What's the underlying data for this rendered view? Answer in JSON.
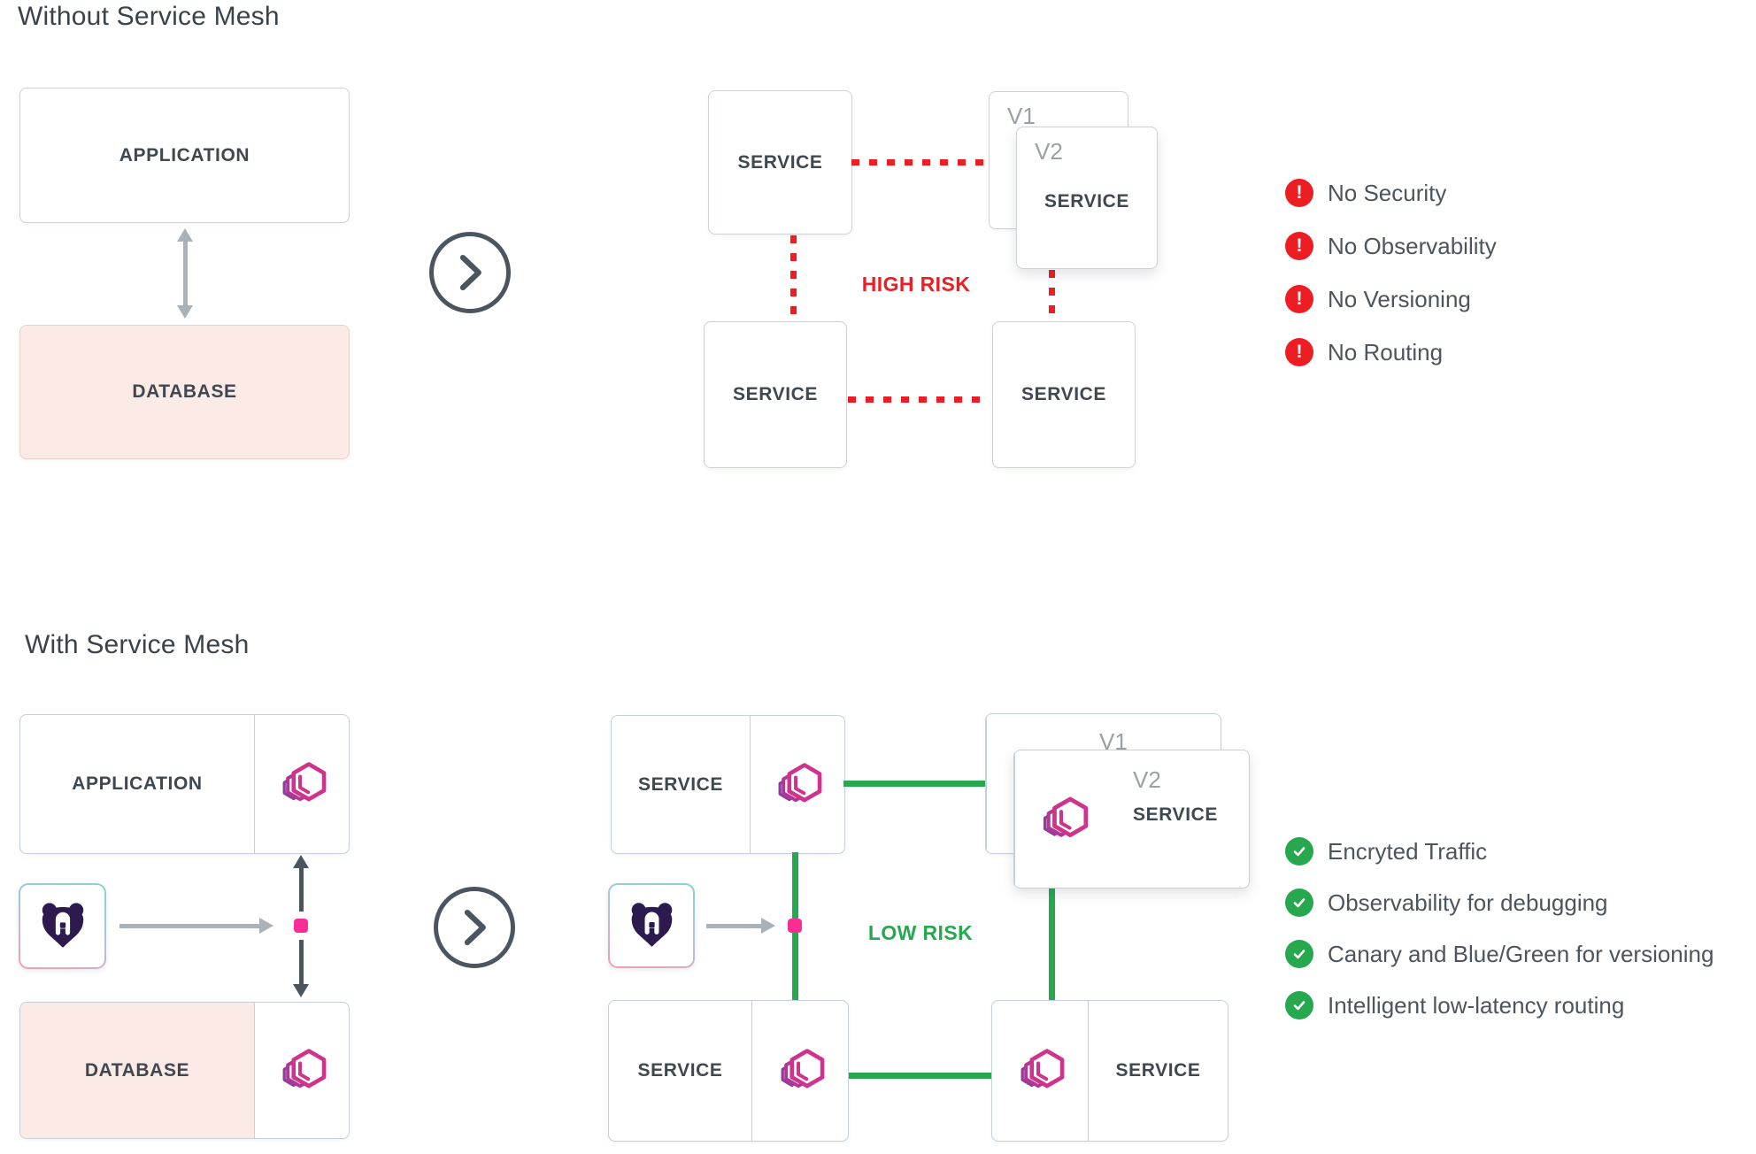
{
  "without": {
    "title": "Without Service Mesh",
    "application": "APPLICATION",
    "database": "DATABASE",
    "service": "SERVICE",
    "v1": "V1",
    "v2": "V2",
    "risk": "HIGH RISK",
    "issues": [
      "No Security",
      "No Observability",
      "No Versioning",
      "No Routing"
    ]
  },
  "with": {
    "title": "With Service Mesh",
    "application": "APPLICATION",
    "database": "DATABASE",
    "service": "SERVICE",
    "v1": "V1",
    "v2": "V2",
    "risk": "LOW RISK",
    "benefits": [
      "Encryted Traffic",
      "Observability for debugging",
      "Canary and Blue/Green for versioning",
      "Intelligent low-latency routing"
    ]
  },
  "colors": {
    "risk_red": "#ed1d24",
    "ok_green": "#27a84f",
    "mesh_pink": "#d0338c",
    "traffic_dot_pink": "#fb2d95",
    "bear_purple": "#2d1a4f",
    "database_pink": "#fceae6"
  }
}
